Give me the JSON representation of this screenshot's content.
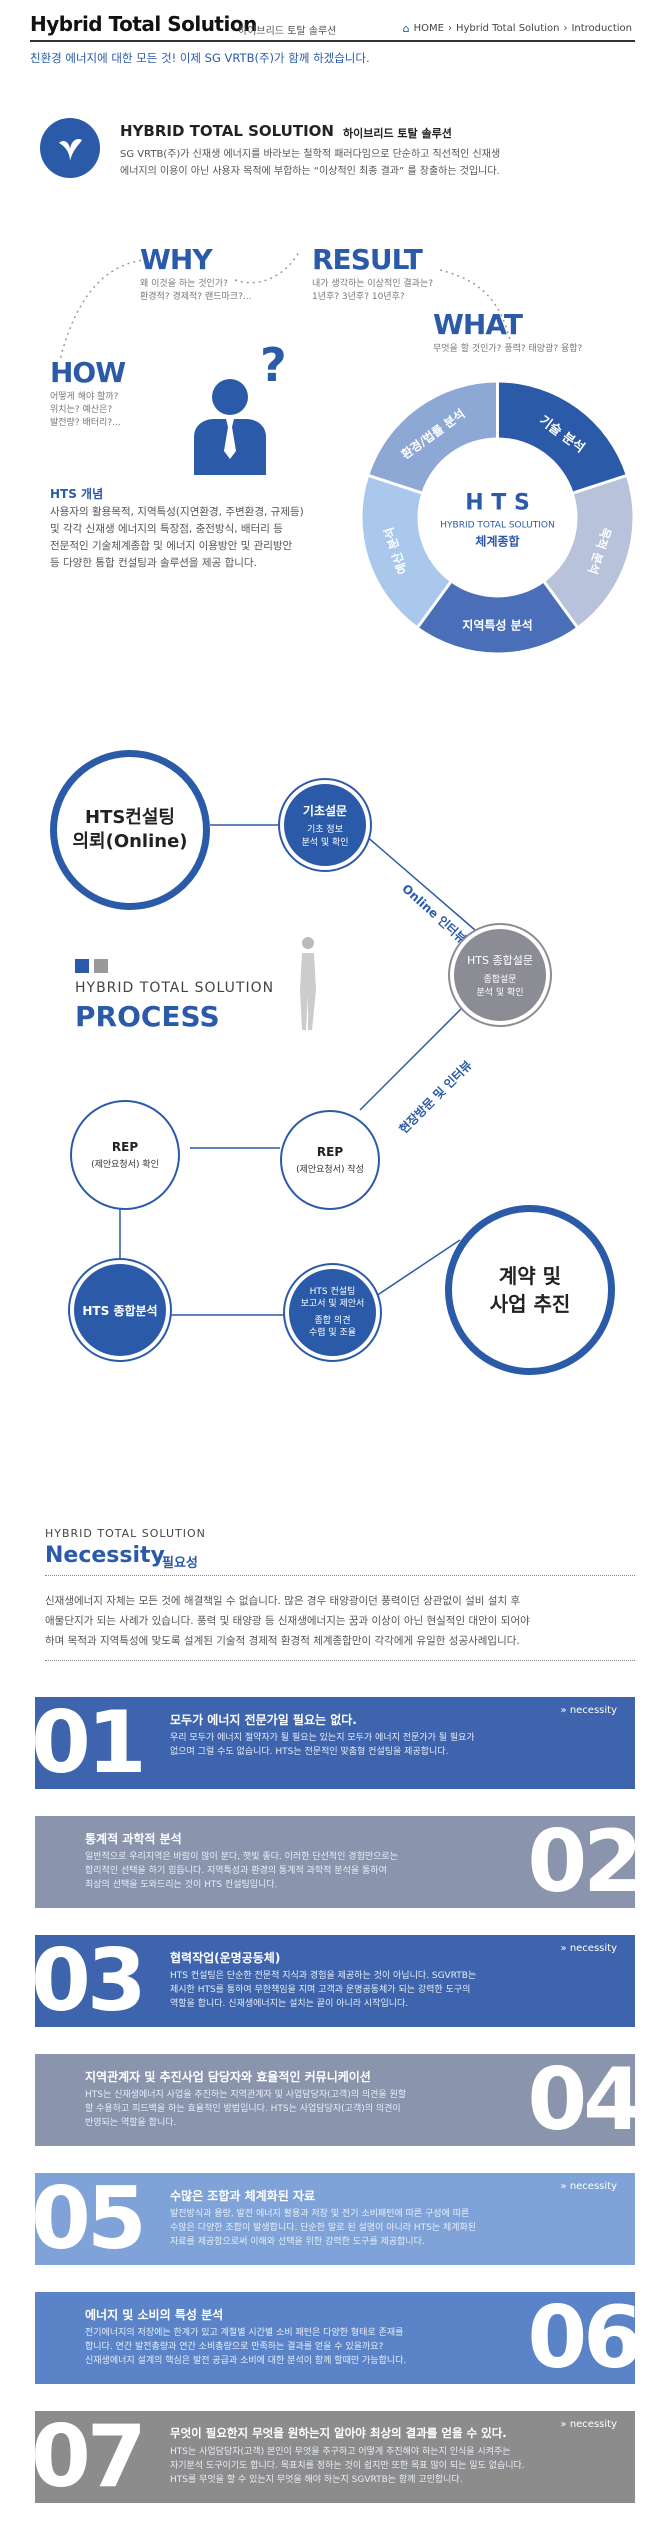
{
  "header": {
    "title": "Hybrid Total Solution",
    "subtitle": "하이브리드 토탈 솔루션",
    "breadcrumb": [
      "HOME",
      "Hybrid Total Solution",
      "Introduction"
    ],
    "intro": "친환경 에너지에 대한 모든 것! 이제 SG VRTB(주)가 함께 하겠습니다."
  },
  "hts_intro": {
    "heading": "HYBRID TOTAL SOLUTION",
    "heading_kr": "하이브리드 토탈 솔루션",
    "desc1": "SG VRTB(주)가 신재생 에너지를 바라보는 철학적 패러다임으로 단순하고 직선적인 신재생",
    "desc2": "에너지의 이용이 아닌 사용자 목적에 부합하는 “이상적인 최종 결과” 를 창출하는 것입니다."
  },
  "questions": {
    "why": {
      "label": "WHY",
      "q1": "왜 이것을 하는 것인가?",
      "q2": "환경적? 경제적? 랜드마크?..."
    },
    "result": {
      "label": "RESULT",
      "q1": "내가 생각하는 이상적인 결과는?",
      "q2": "1년후? 3년후? 10년후?"
    },
    "how": {
      "label": "HOW",
      "q1": "어떻게 해야 할까?",
      "q2": "위치는? 예산은?",
      "q3": "발전량? 배터리?..."
    },
    "what": {
      "label": "WHAT",
      "q1": "무엇을 할 것인가? 풍력? 태양광? 융합?"
    },
    "qmark": "?"
  },
  "concept": {
    "title": "HTS 개념",
    "lines": [
      "사용자의 활용목적, 지역특성(지연환경, 주변환경, 규제등)",
      "및 각각 신재생 에너지의 특장점, 충전방식, 배터리 등",
      "전문적인 기술체계종합 및 에너지 이용방안 및 관리방안",
      "등 다양한 통합 컨설팅과 솔루션을 제공 합니다."
    ]
  },
  "donut": {
    "center_title": "H T S",
    "center_sub": "HYBRID TOTAL SOLUTION",
    "center_kr": "체계종합",
    "segments": [
      "기술 분석",
      "목적 분석",
      "지역특성 분석",
      "예산 분석",
      "환경/법률 분석"
    ]
  },
  "process": {
    "label_small": "HYBRID TOTAL SOLUTION",
    "label_big": "PROCESS",
    "start": "HTS컨설팅\n의뢰(Online)",
    "basic": {
      "title": "기초설문",
      "sub": "기초 정보\n분석 및 확인"
    },
    "online": "Online 인터뷰",
    "hts_survey": {
      "title": "HTS 종합설문",
      "sub": "종합설문\n분석 및 확인"
    },
    "visit": "현장방문 및 인터뷰",
    "rep_write": {
      "title": "REP",
      "sub": "(제안요청서) 작성"
    },
    "rep_check": {
      "title": "REP",
      "sub": "(제안요청서) 확인"
    },
    "hts_analysis": "HTS 종합분석",
    "consult": {
      "title": "HTS 컨설팅\n보고서 및 제안서",
      "sub": "종합 의견\n수렴 및 조율"
    },
    "contract": "계약 및\n사업 추진"
  },
  "necessity": {
    "small": "HYBRID TOTAL SOLUTION",
    "title": "Necessity",
    "title_kr": "필요성",
    "desc": [
      "신재생에너지 자체는 모든 것에 해결책일 수 없습니다. 많은 경우 태양광이던 풍력이던 상관없이 설비 설치 후",
      "애물단지가 되는 사례가 있습니다. 풍력 및 태양광 등 신재생에너지는 꿈과 이상이 아닌 현실적인 대안이 되어야",
      "하며 목적과 지역특성에 맞도록 설계된 기술적 경제적 환경적 체계종합만이 각각에게 유일한 성공사례입니다."
    ],
    "more": "necessity",
    "items": [
      {
        "num": "01",
        "title": "모두가 에너지 전문가일 필요는 없다.",
        "l1": "우리 모두가 에너지 절약자가 될 필요는 있는지 모두가 에너지 전문가가 될 필요가",
        "l2": "없으며 그럴 수도 없습니다. HTS는 전문적인 맞춤형 컨설팅을 제공합니다.",
        "color": "#3d64ad"
      },
      {
        "num": "02",
        "title": "통계적 과학적 분석",
        "l1": "일반적으로 우리지역은 바람이 많이 분다, 햇빛 좋다. 이러한 단선적인 경험만으로는",
        "l2": "합리적인 선택을 하기 힘듭니다. 지역특성과 환경의 통계적 과학적 분석을 통하여",
        "l3": "최상의 선택을 도와드리는 것이 HTS 컨설팅입니다.",
        "color": "#8a94ad"
      },
      {
        "num": "03",
        "title": "협력작업(운명공동체)",
        "l1": "HTS 컨설팅은 단순한 전문적 지식과 경험을 제공하는 것이 아닙니다. SGVRTB는",
        "l2": "제시한 HTS를 통하여 무한책임을 지며 고객과 운명공동체가 되는 강력한 도구의",
        "l3": "역할을 합니다. 신재생에너지는 설치는 끝이 아니라 시작입니다.",
        "color": "#3d64ad"
      },
      {
        "num": "04",
        "title": "지역관계자 및 추진사업 담당자와 효율적인 커뮤니케이션",
        "l1": "HTS는 신재생에너지 사업을 추진하는 지역관계자 및 사업담당자(고객)의 의견을 원할",
        "l2": "할 수용하고 피드백을 하는 효율적인 방법입니다. HTS는 사업담당자(고객)의 의견이",
        "l3": "반영되는 역할을 합니다.",
        "color": "#8a94ad"
      },
      {
        "num": "05",
        "title": "수많은 조합과 체계화된 자료",
        "l1": "발전방식과 용량, 발전 에너지 활용과 저장 및 전기 소비패턴에 따른 구성에 따른",
        "l2": "수많은 다양한 조합이 발생합니다. 단순한 말로 된 설명이 아니라 HTS는 체계화된",
        "l3": "자료를 제공함으로써 이해와 선택을 위한 강력한 도구를 제공합니다.",
        "color": "#7fa3d8"
      },
      {
        "num": "06",
        "title": "에너지 및 소비의 특성 분석",
        "l1": "전기에너지의 저장에는 한계가 있고 계절별 시간별 소비 패턴은 다양한 형태로 존재를",
        "l2": "합니다. 연간 발전총량과 연간 소비총량으로 만족하는 결과를 얻을 수 있을까요?",
        "l3": "신재생에너지 설계의 핵심은 발전 공급과 소비에 대한 분석이 함께 할때만 가능합니다.",
        "color": "#5b84c8"
      },
      {
        "num": "07",
        "title": "무엇이 필요한지 무엇을 원하는지 알아야 최상의 결과를 얻을 수 있다.",
        "l1": "HTS는 사업담당자(고객) 본인이 무엇을 추구하고 어떻게 추진해야 하는지 인식을 시켜주는",
        "l2": "자기분석 도구이기도 합니다. 목표치를 정하는 것이 쉽지만 또한 목표 많이 되는 일도 없습니다.",
        "l3": "HTS를 무엇을 할 수 있는지 무엇을 해야 하는지 SGVRTB는 함께 고민합니다.",
        "color": "#8c8c8c"
      }
    ]
  },
  "colors": {
    "accent": "#2b5aa8",
    "light": "#a9c2e6",
    "grey": "#8c8c9a"
  }
}
